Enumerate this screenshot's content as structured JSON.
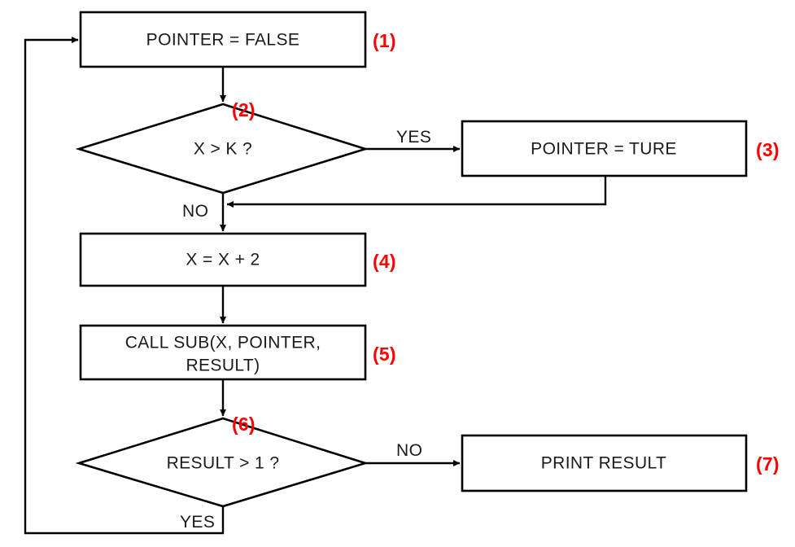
{
  "diagram": {
    "title": "Flowchart with numbered steps",
    "background_color": "#ffffff",
    "line_color": "#000000",
    "text_color": "#1a1a1a",
    "step_label_color": "#fe0000"
  },
  "nodes": [
    {
      "id": "n1",
      "shape": "process",
      "text": "POINTER = FALSE",
      "step": "(1)"
    },
    {
      "id": "n2",
      "shape": "decision",
      "text": "X > K ?",
      "step": "(2)"
    },
    {
      "id": "n3",
      "shape": "process",
      "text": "POINTER = TURE",
      "step": "(3)"
    },
    {
      "id": "n4",
      "shape": "process",
      "text": "X = X + 2",
      "step": "(4)"
    },
    {
      "id": "n5",
      "shape": "process",
      "text_line1": "CALL SUB(X, POINTER,",
      "text_line2": "RESULT)",
      "step": "(5)"
    },
    {
      "id": "n6",
      "shape": "decision",
      "text": "RESULT > 1 ?",
      "step": "(6)"
    },
    {
      "id": "n7",
      "shape": "process",
      "text": "PRINT RESULT",
      "step": "(7)"
    }
  ],
  "edge_labels": {
    "decision2_yes": "YES",
    "decision2_no": "NO",
    "decision6_no": "NO",
    "decision6_yes": "YES"
  }
}
